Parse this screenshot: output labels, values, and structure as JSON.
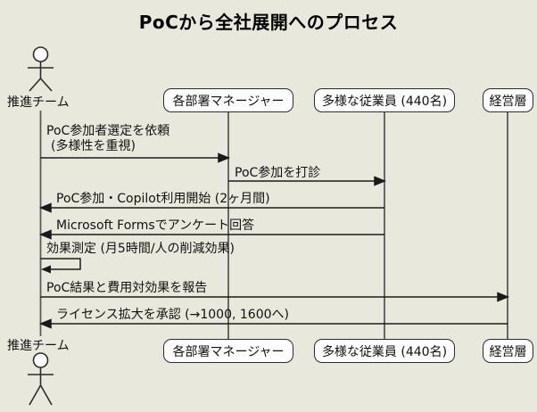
{
  "diagram": {
    "title": "PoCから全社展開へのプロセス"
  },
  "actor": {
    "label": "推進チーム"
  },
  "participants": [
    {
      "id": "managers",
      "label": "各部署マネージャー"
    },
    {
      "id": "employees",
      "label": "多様な従業員 (440名)"
    },
    {
      "id": "management",
      "label": "経営層"
    }
  ],
  "messages": [
    {
      "from": "推進チーム",
      "to": "各部署マネージャー",
      "direction": "right",
      "label": "PoC参加者選定を依頼",
      "label2": "(多様性を重視)"
    },
    {
      "from": "各部署マネージャー",
      "to": "多様な従業員 (440名)",
      "direction": "right",
      "label": "PoC参加を打診"
    },
    {
      "from": "多様な従業員 (440名)",
      "to": "推進チーム",
      "direction": "left",
      "label": "PoC参加・Copilot利用開始 (2ヶ月間)"
    },
    {
      "from": "多様な従業員 (440名)",
      "to": "推進チーム",
      "direction": "left",
      "label": "Microsoft Formsでアンケート回答"
    },
    {
      "from": "推進チーム",
      "to": "推進チーム",
      "direction": "self",
      "label": "効果測定 (月5時間/人の削減効果)"
    },
    {
      "from": "推進チーム",
      "to": "経営層",
      "direction": "right",
      "label": "PoC結果と費用対効果を報告"
    },
    {
      "from": "経営層",
      "to": "推進チーム",
      "direction": "left",
      "label": "ライセンス拡大を承認 (→1000, 1600へ)"
    }
  ],
  "colors": {
    "background": "#E9E8DC",
    "participant_fill": "#FDFDFD",
    "participant_border": "#2B2B2B",
    "arrow_line": "#1A1A1A",
    "lifeline": "#5A5A5A",
    "text": "#111111"
  }
}
